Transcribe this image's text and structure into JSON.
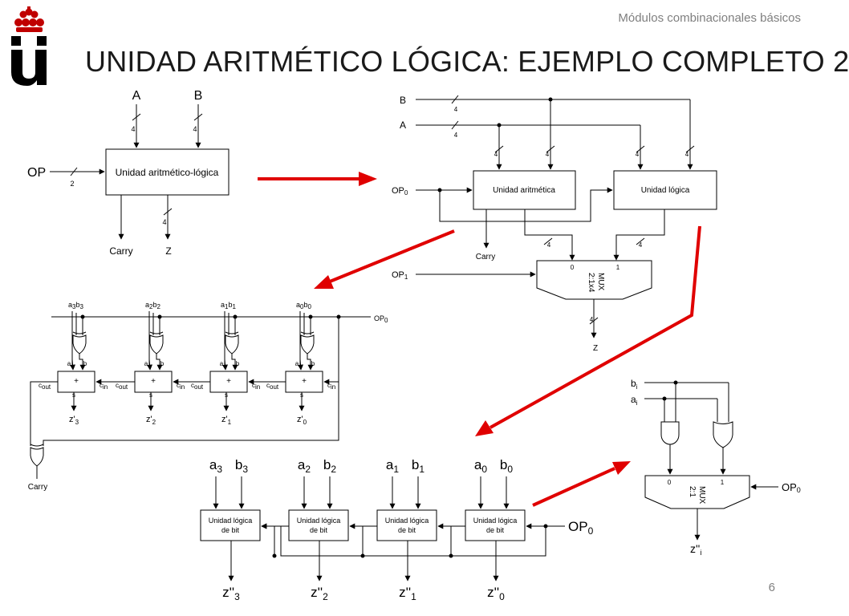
{
  "header": {
    "subtitle": "Módulos combinacionales básicos",
    "title": "UNIDAD ARITMÉTICO LÓGICA: EJEMPLO COMPLETO 2"
  },
  "page_number": "6",
  "colors": {
    "arrow": "#e00000",
    "logo": "#c00000",
    "subtitle": "#7f7f7f"
  },
  "alu_block": {
    "label": "Unidad aritmético-lógica",
    "in_a": "A",
    "in_b": "B",
    "op": "OP",
    "width_a": "4",
    "width_b": "4",
    "width_op": "2",
    "width_z": "4",
    "out_carry": "Carry",
    "out_z": "Z"
  },
  "split_block": {
    "in_b": "B",
    "in_a": "A",
    "op0_main": "OP",
    "op0_sub": "0",
    "op1_main": "OP",
    "op1_sub": "1",
    "arith_label": "Unidad aritmética",
    "logic_label": "Unidad lógica",
    "bus_width": "4",
    "carry": "Carry",
    "mux_in0": "0",
    "mux_in1": "1",
    "mux_label": "MUX",
    "mux_size": "2:1x4",
    "out_z": "Z"
  },
  "arith_detail": {
    "op0_main": "OP",
    "op0_sub": "0",
    "adder_symbol": "+",
    "port_a": "a",
    "port_b": "b",
    "port_s": "s",
    "cout_main": "c",
    "cout_sub": "out",
    "cin_main": "c",
    "cin_sub": "in",
    "bits": [
      {
        "a": "a",
        "b": "b",
        "idx": "3",
        "out_main": "z'",
        "out_sub": "3"
      },
      {
        "a": "a",
        "b": "b",
        "idx": "2",
        "out_main": "z'",
        "out_sub": "2"
      },
      {
        "a": "a",
        "b": "b",
        "idx": "1",
        "out_main": "z'",
        "out_sub": "1"
      },
      {
        "a": "a",
        "b": "b",
        "idx": "0",
        "out_main": "z'",
        "out_sub": "0"
      }
    ],
    "carry": "Carry"
  },
  "logic_detail": {
    "op0_main": "OP",
    "op0_sub": "0",
    "unit_label_line1": "Unidad lógica",
    "unit_label_line2": "de bit",
    "bits": [
      {
        "a": "a",
        "b": "b",
        "idx": "3",
        "out_main": "z''",
        "out_sub": "3"
      },
      {
        "a": "a",
        "b": "b",
        "idx": "2",
        "out_main": "z''",
        "out_sub": "2"
      },
      {
        "a": "a",
        "b": "b",
        "idx": "1",
        "out_main": "z''",
        "out_sub": "1"
      },
      {
        "a": "a",
        "b": "b",
        "idx": "0",
        "out_main": "z''",
        "out_sub": "0"
      }
    ]
  },
  "bit_logic": {
    "in_b_main": "b",
    "in_a_main": "a",
    "sub": "i",
    "mux_in0": "0",
    "mux_in1": "1",
    "mux_label": "MUX",
    "mux_size": "2:1",
    "op0_main": "OP",
    "op0_sub": "0",
    "out_main": "z''",
    "out_sub": "i"
  }
}
